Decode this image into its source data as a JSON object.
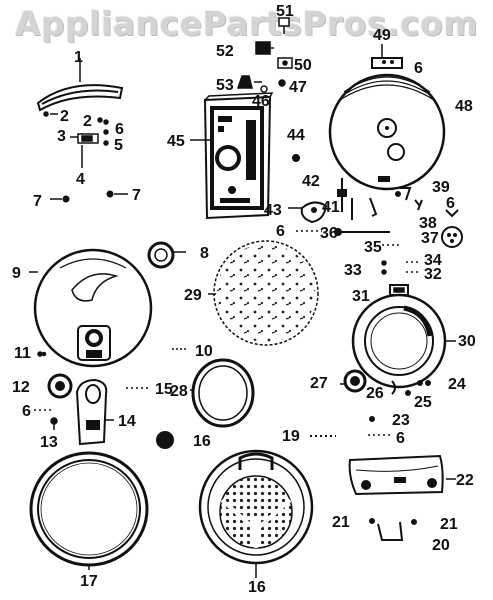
{
  "watermark": "AppliancePartsPros.com",
  "callouts": {
    "c1": "1",
    "c2a": "2",
    "c2b": "2",
    "c3": "3",
    "c4": "4",
    "c5": "5",
    "c6a": "6",
    "c6b": "6",
    "c6c": "6",
    "c6d": "6",
    "c6e": "6",
    "c6f": "6",
    "c7a": "7",
    "c7b": "7",
    "c8": "8",
    "c9": "9",
    "c10": "10",
    "c11": "11",
    "c12": "12",
    "c13": "13",
    "c14": "14",
    "c15": "15",
    "c16a": "16",
    "c16b": "16",
    "c17": "17",
    "c19": "19",
    "c20": "20",
    "c21a": "21",
    "c21b": "21",
    "c22": "22",
    "c23": "23",
    "c24": "24",
    "c25": "25",
    "c26": "26",
    "c27": "27",
    "c28": "28",
    "c29": "29",
    "c30": "30",
    "c31": "31",
    "c32": "32",
    "c33": "33",
    "c34": "34",
    "c35": "35",
    "c36": "36",
    "c37": "37",
    "c38": "38",
    "c39": "39",
    "c41": "41",
    "c42": "42",
    "c43": "43",
    "c44": "44",
    "c45": "45",
    "c46": "46",
    "c47": "47",
    "c48": "48",
    "c49": "49",
    "c50": "50",
    "c51": "51",
    "c52": "52",
    "c53": "53"
  },
  "colors": {
    "ink": "#111111",
    "watermark": "#d4d4d4"
  }
}
